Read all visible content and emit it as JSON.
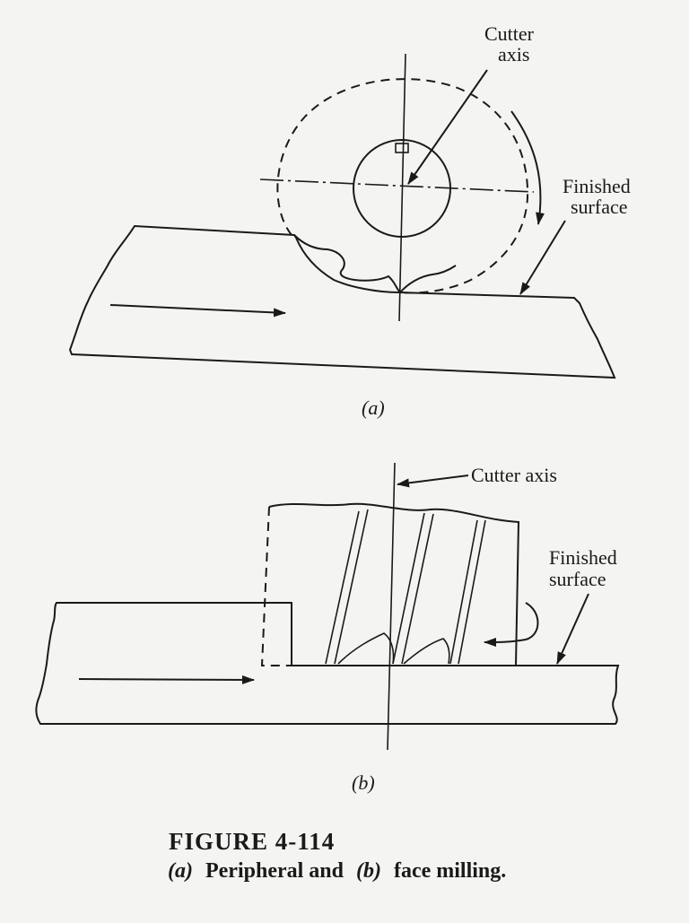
{
  "figure_a": {
    "label_cutter_axis_line1": "Cutter",
    "label_cutter_axis_line2": "axis",
    "label_finished_line1": "Finished",
    "label_finished_line2": "surface",
    "sublabel": "(a)"
  },
  "figure_b": {
    "label_cutter_axis": "Cutter axis",
    "label_finished_line1": "Finished",
    "label_finished_line2": "surface",
    "sublabel": "(b)"
  },
  "caption": {
    "figure_number": "FIGURE 4-114",
    "part_a_marker": "(a)",
    "part_a_text": "Peripheral and",
    "part_b_marker": "(b)",
    "part_b_text": "face milling."
  }
}
